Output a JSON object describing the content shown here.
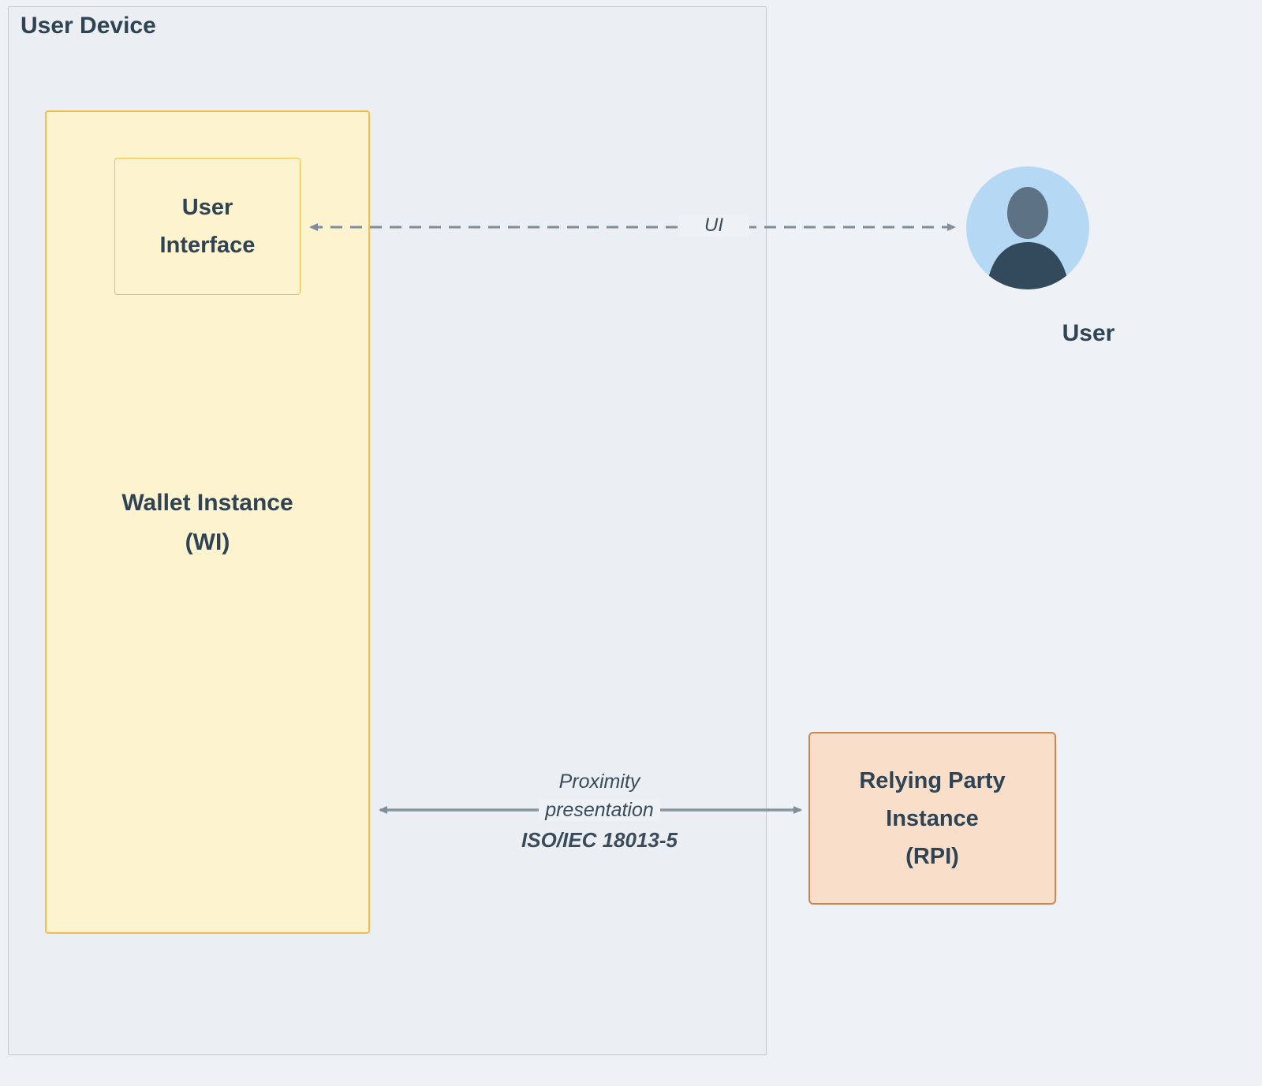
{
  "device": {
    "label": "User Device"
  },
  "wallet": {
    "lines": [
      "Wallet Instance",
      "(WI)"
    ]
  },
  "user_interface": {
    "lines": [
      "User",
      "Interface"
    ]
  },
  "user": {
    "label": "User"
  },
  "rpi": {
    "lines": [
      "Relying Party",
      "Instance",
      "(RPI)"
    ]
  },
  "connections": {
    "ui": {
      "label": "UI",
      "style": "dashed",
      "direction": "bidirectional"
    },
    "proximity": {
      "lines": [
        "Proximity",
        "presentation",
        "ISO/IEC 18013-5"
      ],
      "style": "solid",
      "direction": "bidirectional"
    }
  },
  "colors": {
    "background": "#eef1f5",
    "device_fill": "#ebeef2",
    "device_border": "#c2c7cc",
    "wallet_fill": "#fdf3cf",
    "wallet_border": "#edc04e",
    "rpi_fill": "#f9dfc9",
    "rpi_border": "#cd8551",
    "arrow": "#7f8e9b",
    "text": "#2e4354",
    "avatar_circle": "#b5d9f4",
    "avatar_head": "#5d7284",
    "avatar_body": "#33495c"
  }
}
